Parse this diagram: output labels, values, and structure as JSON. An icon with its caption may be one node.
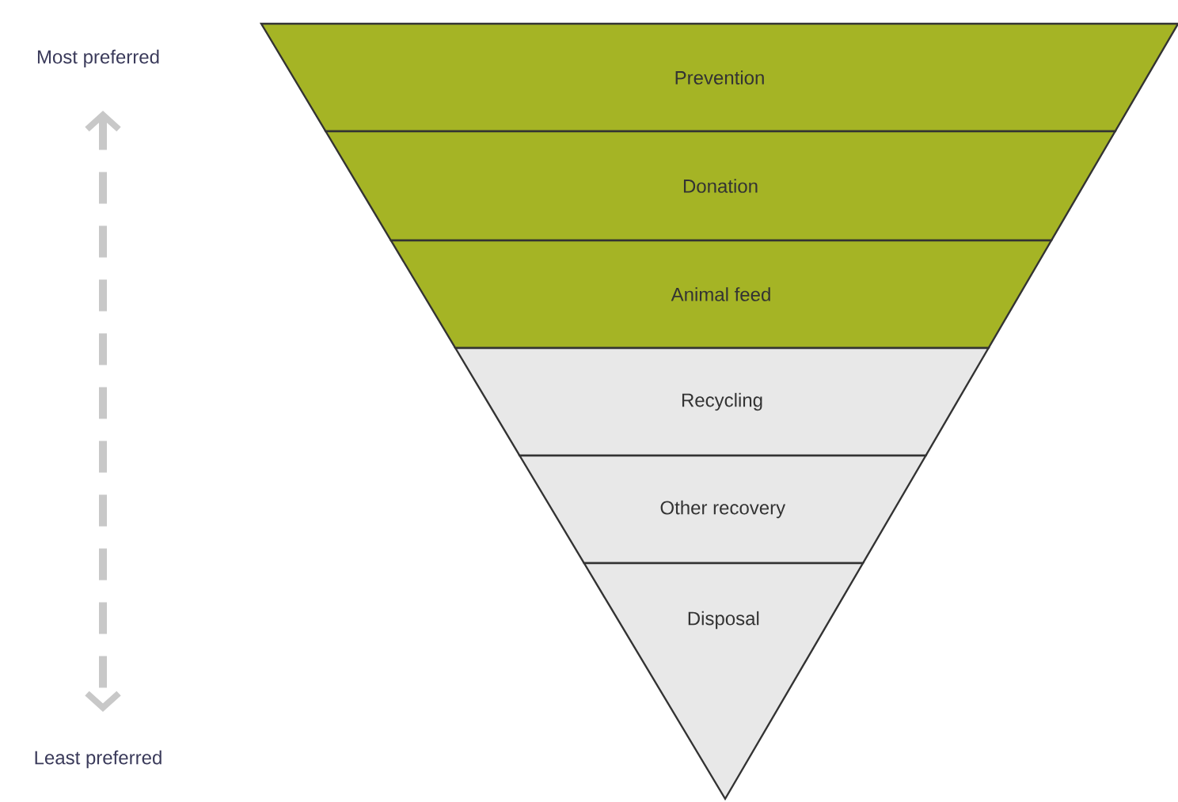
{
  "diagram": {
    "nodes": [
      {
        "text": [
          "Prevention"
        ]
      },
      {
        "text": [
          "Donation"
        ]
      },
      {
        "text": [
          "Animal feed"
        ]
      },
      {
        "text": [
          "Recycling"
        ]
      },
      {
        "text": [
          "Other recovery"
        ]
      },
      {
        "text": [
          "Disposal"
        ]
      }
    ],
    "labels": [
      "Most preferred",
      "Least preferred"
    ]
  }
}
